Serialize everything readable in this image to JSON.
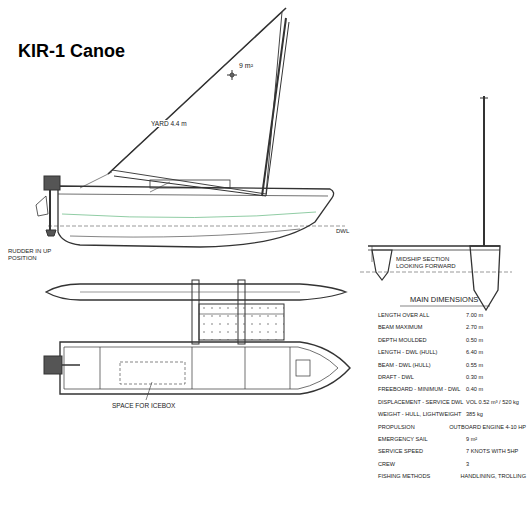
{
  "diagram": {
    "title": "KIR-1 Canoe",
    "labels": [
      "9 m²",
      "YARD 4.4 m",
      "RUDDER IN UP POSITION",
      "DWL",
      "MIDSHIP SECTION LOOKING FORWARD",
      "SPACE FOR ICEBOX",
      "MAIN DIMENSIONS",
      "LENGTH OVER ALL",
      "7.00 m",
      "BEAM MAXIMUM",
      "2.70 m",
      "DEPTH MOULDED",
      "0.50 m",
      "LENGTH - DWL (HULL)",
      "6.40 m",
      "BEAM - DWL (HULL)",
      "0.55 m",
      "DRAFT - DWL",
      "0.30 m",
      "FREEBOARD - MINIMUM - DWL",
      "0.40 m",
      "DISPLACEMENT - SERVICE DWL",
      "VOL 0.52 m³ / 520 kg",
      "WEIGHT - HULL, LIGHTWEIGHT",
      "385 kg",
      "PROPULSION",
      "OUTBOARD ENGINE 4-10 HP",
      "EMERGENCY SAIL",
      "9 m²",
      "SERVICE SPEED",
      "7 KNOTS WITH 5HP",
      "CREW",
      "3",
      "FISHING METHODS",
      "HANDLINING, TROLLING"
    ]
  }
}
